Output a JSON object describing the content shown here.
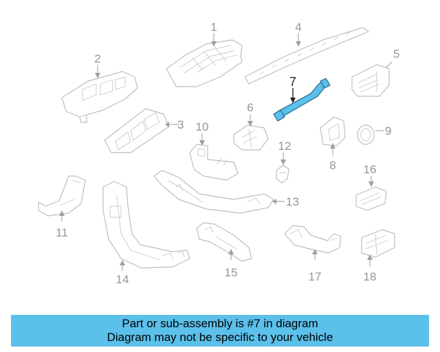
{
  "diagram": {
    "callouts": [
      "1",
      "2",
      "3",
      "4",
      "5",
      "6",
      "7",
      "8",
      "9",
      "10",
      "11",
      "12",
      "13",
      "14",
      "15",
      "16",
      "17",
      "18"
    ],
    "highlighted_callout": "7",
    "highlight_color": "#5bc0ea",
    "part_line_color": "#b9bec4"
  },
  "banner": {
    "line1": "Part or sub-assembly is #7 in diagram",
    "line2": "Diagram may not be specific to your vehicle",
    "background": "#5bc0ea"
  }
}
